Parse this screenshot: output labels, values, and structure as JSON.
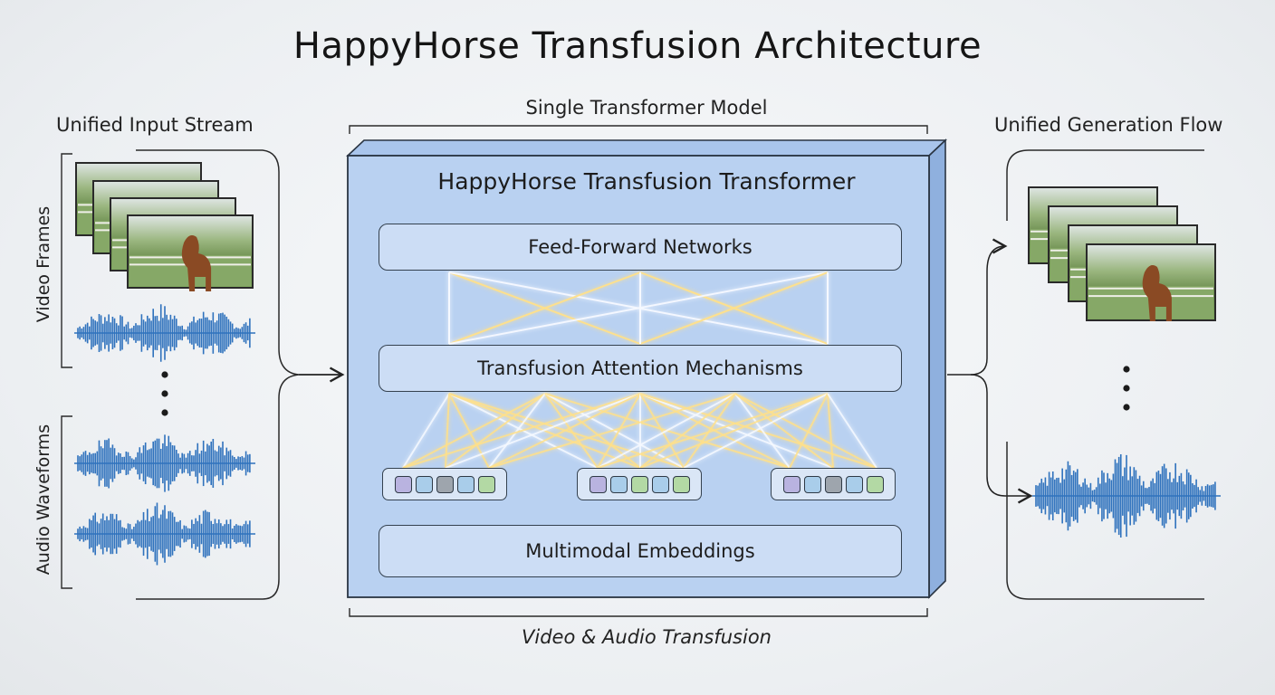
{
  "title": "HappyHorse Transfusion Architecture",
  "input": {
    "label": "Unified Input Stream",
    "video_frames_label": "Video Frames",
    "audio_waveforms_label": "Audio Waveforms"
  },
  "model": {
    "label": "Single Transformer Model",
    "box_title": "HappyHorse Transfusion Transformer",
    "layers": {
      "ffn": "Feed-Forward Networks",
      "attention": "Transfusion Attention Mechanisms",
      "embeddings": "Multimodal Embeddings"
    },
    "bottom_label": "Video & Audio Transfusion"
  },
  "output": {
    "label": "Unified Generation Flow"
  },
  "colors": {
    "box_fill": "#b9d1f1",
    "box_side": "#8fb0de",
    "waveform": "#2f72bd",
    "token_purple": "#b9b3e0",
    "token_blue": "#a9cdea",
    "token_gray": "#9ea5ad",
    "token_green": "#b3d9a4",
    "glow_white": "#f6f9ff",
    "glow_yellow": "#ffe08a"
  },
  "icons": {
    "frame": "horse-video-frame",
    "audio": "audio-waveform",
    "ellipsis": "vertical-ellipsis"
  }
}
